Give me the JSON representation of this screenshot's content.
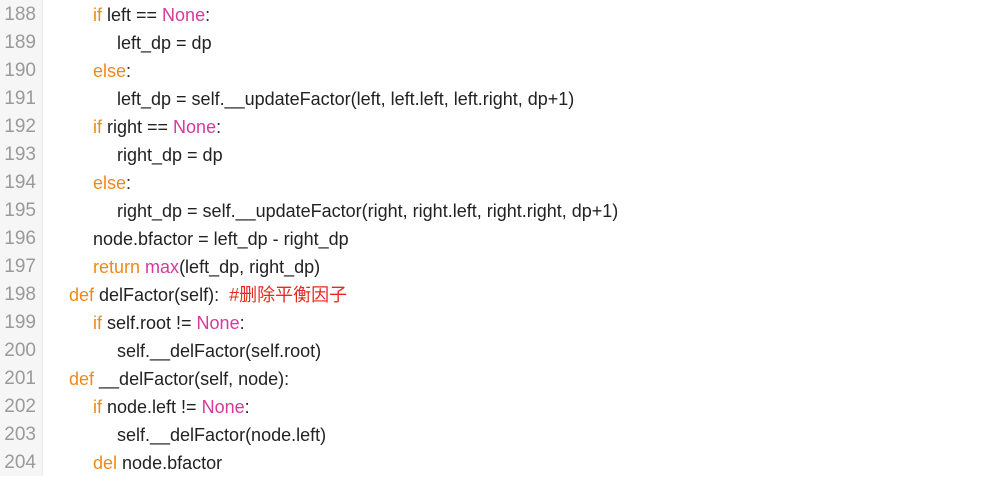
{
  "editor": {
    "lines": [
      {
        "number": "188",
        "tokens": [
          "if",
          " left == ",
          "None",
          ":"
        ]
      },
      {
        "number": "189",
        "tokens": [
          "left_dp = dp"
        ]
      },
      {
        "number": "190",
        "tokens": [
          "else",
          ":"
        ]
      },
      {
        "number": "191",
        "tokens": [
          "left_dp = self.__updateFactor(left, left.left, left.right, dp+1)"
        ]
      },
      {
        "number": "192",
        "tokens": [
          "if",
          " right == ",
          "None",
          ":"
        ]
      },
      {
        "number": "193",
        "tokens": [
          "right_dp = dp"
        ]
      },
      {
        "number": "194",
        "tokens": [
          "else",
          ":"
        ]
      },
      {
        "number": "195",
        "tokens": [
          "right_dp = self.__updateFactor(right, right.left, right.right, dp+1)"
        ]
      },
      {
        "number": "196",
        "tokens": [
          "node.bfactor = left_dp - right_dp"
        ]
      },
      {
        "number": "197",
        "tokens": [
          "return",
          " ",
          "max",
          "(left_dp, right_dp)"
        ]
      },
      {
        "number": "198",
        "tokens": [
          "def",
          " delFactor(self):  ",
          "#删除平衡因子"
        ]
      },
      {
        "number": "199",
        "tokens": [
          "if",
          " self.root != ",
          "None",
          ":"
        ]
      },
      {
        "number": "200",
        "tokens": [
          "self.__delFactor(self.root)"
        ]
      },
      {
        "number": "201",
        "tokens": [
          "def",
          " __delFactor(self, node):"
        ]
      },
      {
        "number": "202",
        "tokens": [
          "if",
          " node.left != ",
          "None",
          ":"
        ]
      },
      {
        "number": "203",
        "tokens": [
          "self.__delFactor(node.left)"
        ]
      },
      {
        "number": "204",
        "tokens": [
          "del",
          " node.bfactor"
        ]
      }
    ]
  },
  "theme": {
    "text": "#222222",
    "keyword": "#f0881a",
    "builtin": "#d6399b",
    "comment": "#e62a1e",
    "line_number": "#9a9a9a",
    "gutter_background": "#f6f6f6",
    "background": "#ffffff"
  }
}
